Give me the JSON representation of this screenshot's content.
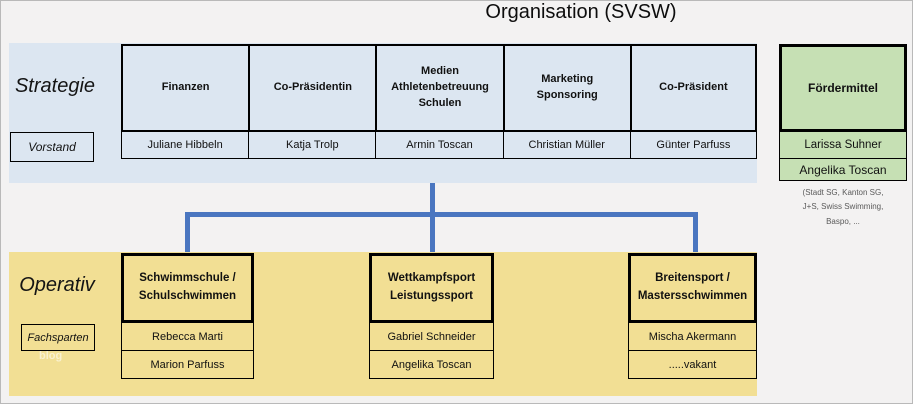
{
  "title": "Organisation (SVSW)",
  "strategie": {
    "label": "Strategie",
    "sublabel": "Vorstand",
    "departments": [
      {
        "title": "Finanzen",
        "name": "Juliane Hibbeln"
      },
      {
        "title": "Co-Präsidentin",
        "name": "Katja Trolp"
      },
      {
        "title": "Medien\nAthletenbetreuung\nSchulen",
        "name": "Armin Toscan"
      },
      {
        "title": "Marketing\nSponsoring",
        "name": "Christian Müller"
      },
      {
        "title": "Co-Präsident",
        "name": "Günter Parfuss"
      }
    ]
  },
  "foerdermittel": {
    "title": "Fördermittel",
    "members": [
      "Larissa Suhner",
      "Angelika Toscan"
    ],
    "note": "(Stadt SG, Kanton SG,\nJ+S, Swiss Swimming,\nBaspo, ..."
  },
  "operativ": {
    "label": "Operativ",
    "sublabel": "Fachsparten",
    "watermark": "blog",
    "departments": [
      {
        "title": "Schwimmschule /\nSchulschwimmen",
        "members": [
          "Rebecca Marti",
          "Marion Parfuss"
        ]
      },
      {
        "title": "Wettkampfsport\nLeistungssport",
        "members": [
          "Gabriel Schneider",
          "Angelika Toscan"
        ]
      },
      {
        "title": "Breitensport /\nMastersschwimmen",
        "members": [
          "Mischa Akermann",
          ".....vakant"
        ]
      }
    ]
  },
  "colors": {
    "strategie_panel": "#dce6f1",
    "operativ_panel": "#f2df94",
    "foerdermittel_fill": "#c6e0b4",
    "connector": "#4a76c0"
  }
}
